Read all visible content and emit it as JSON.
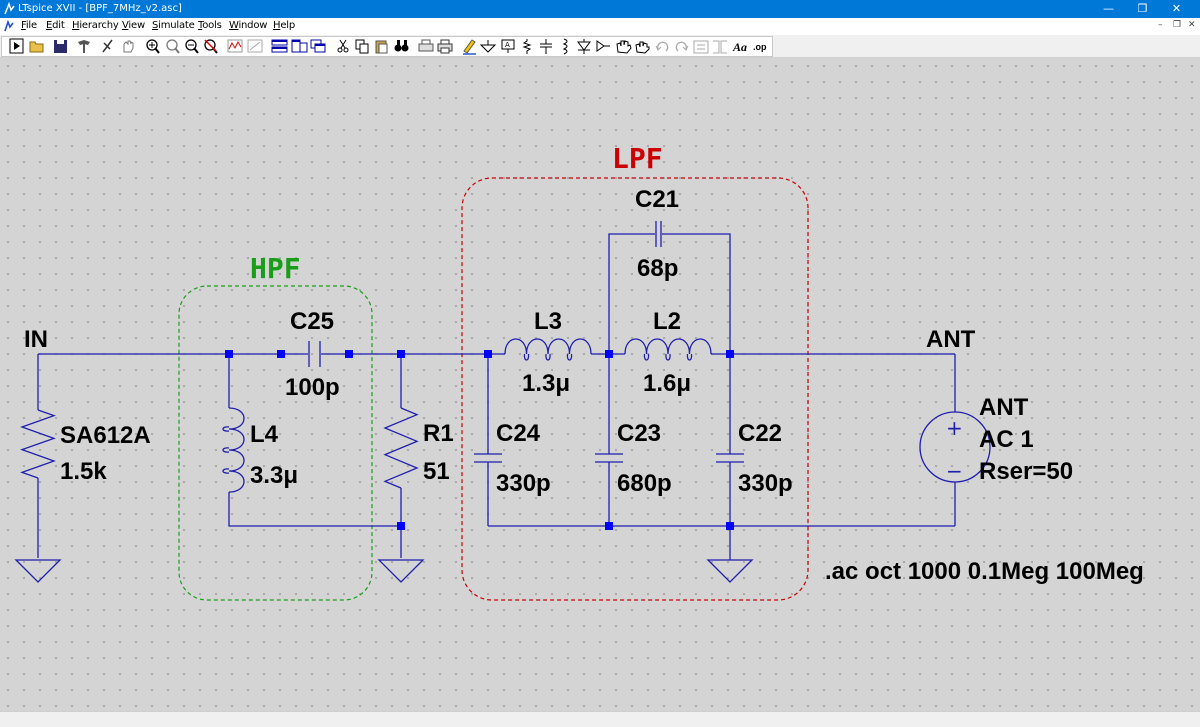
{
  "window": {
    "title": "LTspice XVII - [BPF_7MHz_v2.asc]",
    "minimize_glyph": "—",
    "maximize_glyph": "❐",
    "close_glyph": "✕"
  },
  "menu": {
    "items": [
      {
        "label": "File",
        "accel": "F"
      },
      {
        "label": "Edit",
        "accel": "E"
      },
      {
        "label": "Hierarchy",
        "accel": "H"
      },
      {
        "label": "View",
        "accel": "V"
      },
      {
        "label": "Simulate",
        "accel": "S"
      },
      {
        "label": "Tools",
        "accel": "T"
      },
      {
        "label": "Window",
        "accel": "W"
      },
      {
        "label": "Help",
        "accel": "H"
      }
    ],
    "mdi_minimize": "–",
    "mdi_restore": "❐",
    "mdi_close": "✕"
  },
  "toolbar": {
    "text_tool_label": "Aa",
    "spice_directive_label": ".op",
    "icons": [
      "run-icon",
      "open-icon",
      "save-icon",
      "control-panel-icon",
      "halt-icon",
      "pan-icon",
      "zoom-in-icon",
      "zoom-out-icon",
      "zoom-fit-icon",
      "zoom-cancel-icon",
      "waveform-icon",
      "autorange-icon",
      "tile-horizontal-icon",
      "tile-vertical-icon",
      "cascade-icon",
      "cut-icon",
      "copy-icon",
      "paste-icon",
      "find-icon",
      "print-setup-icon",
      "print-icon",
      "draw-wire-icon",
      "ground-icon",
      "label-net-icon",
      "resistor-icon",
      "capacitor-icon",
      "inductor-icon",
      "diode-icon",
      "component-icon",
      "move-icon",
      "drag-icon",
      "undo-icon",
      "redo-icon",
      "rotate-icon",
      "mirror-icon"
    ]
  },
  "schematic": {
    "colors": {
      "background": "#d4d4d4",
      "wire": "#1f1fad",
      "junction": "#0000ff",
      "hpf_box": "#1a9e1a",
      "lpf_box": "#cc0000",
      "component": "#1f1fad"
    },
    "nets": {
      "in": "IN",
      "ant": "ANT"
    },
    "groups": {
      "hpf": "HPF",
      "lpf": "LPF"
    },
    "components": {
      "r_source": {
        "name": "SA612A",
        "value": "1.5k"
      },
      "c25": {
        "name": "C25",
        "value": "100p"
      },
      "l4": {
        "name": "L4",
        "value": "3.3μ"
      },
      "r1": {
        "name": "R1",
        "value": "51"
      },
      "l3": {
        "name": "L3",
        "value": "1.3μ"
      },
      "l2": {
        "name": "L2",
        "value": "1.6μ"
      },
      "c21": {
        "name": "C21",
        "value": "68p"
      },
      "c24": {
        "name": "C24",
        "value": "330p"
      },
      "c23": {
        "name": "C23",
        "value": "680p"
      },
      "c22": {
        "name": "C22",
        "value": "330p"
      },
      "v_ant": {
        "name": "ANT",
        "value": "AC 1",
        "param": "Rser=50",
        "plus": "+",
        "minus": "−"
      }
    },
    "directive": ".ac oct 1000 0.1Meg 100Meg"
  }
}
